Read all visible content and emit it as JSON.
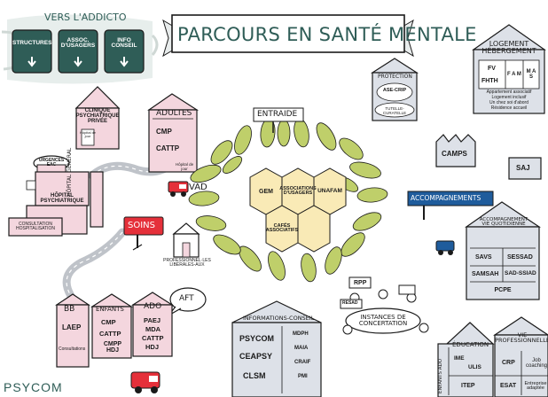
{
  "title": "PARCOURS EN SANTÉ MENTALE",
  "addicto": {
    "header": "VERS L'ADDICTO",
    "items": [
      "STRUCTURES",
      "ASSOC. D'USAGERS",
      "INFO CONSEIL"
    ]
  },
  "clinique": {
    "label": "CLINIQUE PSYCHIATRIQUE PRIVÉE",
    "sub": "Hôpital de jour"
  },
  "adultes": {
    "header": "ADULTES",
    "items": [
      "CMP",
      "CATTP"
    ],
    "note": "Hôpital de jour"
  },
  "hopital": {
    "eac": "URGENCES EAC",
    "general": "HÔPITAL GÉNÉRAL",
    "psy": "HÔPITAL PSYCHIATRIQUE",
    "consult": "CONSULTATION HOSPITALISATION"
  },
  "vad": "VAD",
  "soins": "SOINS",
  "liberaux": "PROFESSIONNEL·LES LIBÉRALES-AUX",
  "entraide": {
    "label": "ENTRAIDE",
    "hexes": [
      "GEM",
      "ASSOCIATIONS D'USAGERS",
      "UNAFAM",
      "CAFÉS ASSOCIATIFS"
    ]
  },
  "protection": {
    "header": "PROTECTION",
    "items": [
      "ASE-CRIP",
      "TUTELLE-CURATELLE"
    ]
  },
  "logement": {
    "header": "LOGEMENT HÉBERGEMENT",
    "grid": [
      "FV",
      "FHTH",
      "F A M",
      "M A S"
    ],
    "list": [
      "Appartement associatif",
      "Logement inclusif",
      "Un chez soi d'abord",
      "Résidence accueil"
    ]
  },
  "camps": "CAMPS",
  "saj": "SAJ",
  "accompagnements": "ACCOMPAGNEMENTS",
  "vie": {
    "header": "ACCOMPAGNEMENT VIE QUOTIDIENNE",
    "items": [
      "SAVS",
      "SESSAD",
      "SAMSAH",
      "SAD-SSIAD",
      "PCPE"
    ]
  },
  "aft": "AFT",
  "enfants": {
    "bb": "BB",
    "enfants": "ENFANTS",
    "ado": "ADO",
    "laep": "LAEP",
    "consultations": "Consultations",
    "enfants_items": [
      "CMP",
      "CATTP",
      "CMPP HDJ"
    ],
    "ado_items": [
      "PAEJ",
      "MDA",
      "CATTP",
      "HDJ"
    ]
  },
  "infos": {
    "header": "INFORMATIONS-CONSEIL",
    "left": [
      "PSYCOM",
      "CEAPSY",
      "CLSM"
    ],
    "right": [
      "MDPH",
      "MAIA",
      "CRAIF",
      "PMI"
    ]
  },
  "instances": {
    "label": "INSTANCES DE CONCERTATION",
    "rpp": "RPP",
    "resad": "RESAD"
  },
  "education": {
    "side": "ENFANTS ADO",
    "header": "ÉDUCATION",
    "items": [
      "IME",
      "ULIS",
      "ITEP"
    ],
    "vie_pro": "VIE PROFESSIONNELLE",
    "pro_items": [
      "CRP",
      "Job coaching",
      "ESAT",
      "Entreprise adaptée"
    ]
  },
  "brand": "PSYCOM",
  "colors": {
    "teal": "#2f5d57",
    "pink": "#f4d6de",
    "gray": "#dde1e8",
    "leaf": "#bfcf6a",
    "hex": "#f9eab6",
    "red": "#e5303a",
    "blue": "#1f5c9c"
  }
}
